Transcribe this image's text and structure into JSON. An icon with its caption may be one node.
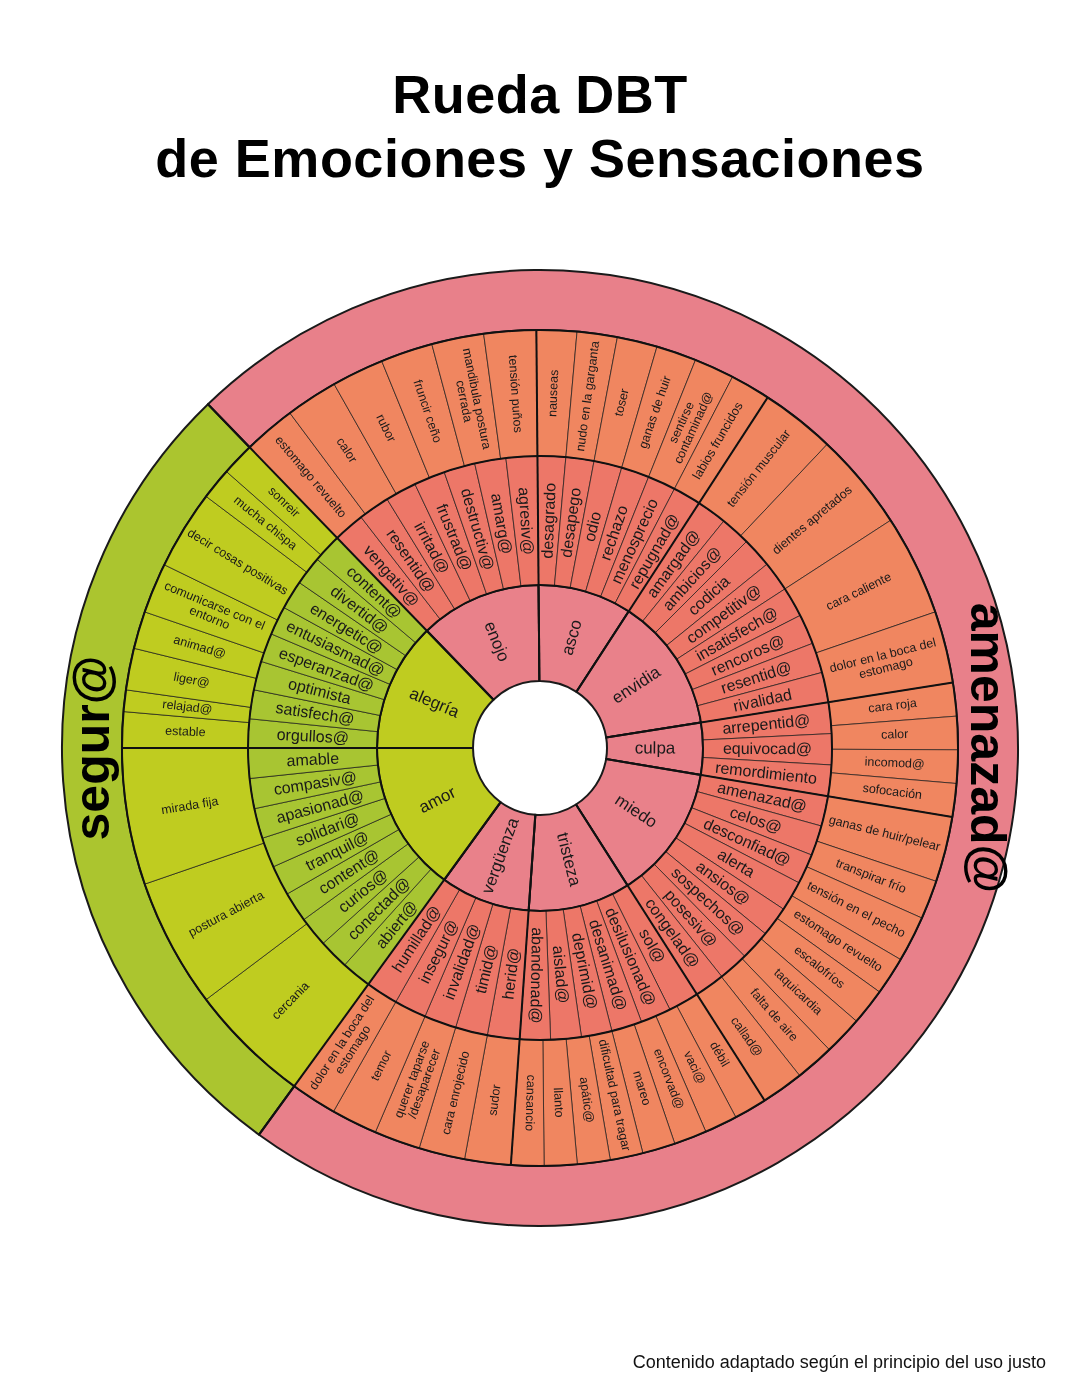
{
  "diagram": {
    "title": "Rueda DBT de Emociones y Sensaciones",
    "nodes": [
      {
        "text": [
          "segur@"
        ]
      },
      {
        "text": [
          "amenazad@"
        ]
      },
      {
        "text": [
          "enojo"
        ]
      },
      {
        "text": [
          "vengativ@"
        ]
      },
      {
        "text": [
          "resentid@"
        ]
      },
      {
        "text": [
          "irritad@"
        ]
      },
      {
        "text": [
          "frustrad@"
        ]
      },
      {
        "text": [
          "destructiv@"
        ]
      },
      {
        "text": [
          "amarg@"
        ]
      },
      {
        "text": [
          "agresiv@"
        ]
      },
      {
        "text": [
          "estomago revuelto"
        ]
      },
      {
        "text": [
          "calor"
        ]
      },
      {
        "text": [
          "rubor"
        ]
      },
      {
        "text": [
          "fruncir ceño"
        ]
      },
      {
        "text": [
          "mandibula postura cerrada"
        ]
      },
      {
        "text": [
          "tensión puños"
        ]
      },
      {
        "text": [
          "asco"
        ]
      },
      {
        "text": [
          "desagrado"
        ]
      },
      {
        "text": [
          "desapego"
        ]
      },
      {
        "text": [
          "odio"
        ]
      },
      {
        "text": [
          "rechazo"
        ]
      },
      {
        "text": [
          "menosprecio"
        ]
      },
      {
        "text": [
          "repugnad@"
        ]
      },
      {
        "text": [
          "nauseas"
        ]
      },
      {
        "text": [
          "nudo en la garganta"
        ]
      },
      {
        "text": [
          "toser"
        ]
      },
      {
        "text": [
          "ganas de huir"
        ]
      },
      {
        "text": [
          "sentirse contaminad@"
        ]
      },
      {
        "text": [
          "labios fruncidos"
        ]
      },
      {
        "text": [
          "envidia"
        ]
      },
      {
        "text": [
          "amargad@"
        ]
      },
      {
        "text": [
          "ambicios@"
        ]
      },
      {
        "text": [
          "codicia"
        ]
      },
      {
        "text": [
          "competitiv@"
        ]
      },
      {
        "text": [
          "insatisfech@"
        ]
      },
      {
        "text": [
          "rencoros@"
        ]
      },
      {
        "text": [
          "resentid@"
        ]
      },
      {
        "text": [
          "rivalidad"
        ]
      },
      {
        "text": [
          "tensión muscular"
        ]
      },
      {
        "text": [
          "dientes apretados"
        ]
      },
      {
        "text": [
          "cara caliente"
        ]
      },
      {
        "text": [
          "dolor en la boca del estomago"
        ]
      },
      {
        "text": [
          "culpa"
        ]
      },
      {
        "text": [
          "arrepentid@"
        ]
      },
      {
        "text": [
          "equivocad@"
        ]
      },
      {
        "text": [
          "remordimiento"
        ]
      },
      {
        "text": [
          "cara roja"
        ]
      },
      {
        "text": [
          "calor"
        ]
      },
      {
        "text": [
          "incomod@"
        ]
      },
      {
        "text": [
          "sofocación"
        ]
      },
      {
        "text": [
          "miedo"
        ]
      },
      {
        "text": [
          "amenazad@"
        ]
      },
      {
        "text": [
          "celos@"
        ]
      },
      {
        "text": [
          "desconfiad@"
        ]
      },
      {
        "text": [
          "alerta"
        ]
      },
      {
        "text": [
          "ansios@"
        ]
      },
      {
        "text": [
          "sospechos@"
        ]
      },
      {
        "text": [
          "posesiv@"
        ]
      },
      {
        "text": [
          "congelad@"
        ]
      },
      {
        "text": [
          "ganas de huir/pelear"
        ]
      },
      {
        "text": [
          "transpirar frío"
        ]
      },
      {
        "text": [
          "tensión en el pecho"
        ]
      },
      {
        "text": [
          "estomago revuelto"
        ]
      },
      {
        "text": [
          "escalofríos"
        ]
      },
      {
        "text": [
          "taquicardia"
        ]
      },
      {
        "text": [
          "falta de aire"
        ]
      },
      {
        "text": [
          "callad@"
        ]
      },
      {
        "text": [
          "tristeza"
        ]
      },
      {
        "text": [
          "sol@"
        ]
      },
      {
        "text": [
          "desilusionad@"
        ]
      },
      {
        "text": [
          "desanimad@"
        ]
      },
      {
        "text": [
          "deprimid@"
        ]
      },
      {
        "text": [
          "aislad@"
        ]
      },
      {
        "text": [
          "abandonad@"
        ]
      },
      {
        "text": [
          "débil"
        ]
      },
      {
        "text": [
          "vaci@"
        ]
      },
      {
        "text": [
          "encorvad@"
        ]
      },
      {
        "text": [
          "mareo"
        ]
      },
      {
        "text": [
          "dificultad para tragar"
        ]
      },
      {
        "text": [
          "apátic@"
        ]
      },
      {
        "text": [
          "llanto"
        ]
      },
      {
        "text": [
          "cansancio"
        ]
      },
      {
        "text": [
          "vergüenza"
        ]
      },
      {
        "text": [
          "herid@"
        ]
      },
      {
        "text": [
          "timid@"
        ]
      },
      {
        "text": [
          "invalidad@"
        ]
      },
      {
        "text": [
          "insegur@"
        ]
      },
      {
        "text": [
          "humillad@"
        ]
      },
      {
        "text": [
          "sudor"
        ]
      },
      {
        "text": [
          "cara enrojecido"
        ]
      },
      {
        "text": [
          "querer taparse /desaparecer"
        ]
      },
      {
        "text": [
          "temor"
        ]
      },
      {
        "text": [
          "dolor en la boca del estomago"
        ]
      },
      {
        "text": [
          "amor"
        ]
      },
      {
        "text": [
          "abiert@"
        ]
      },
      {
        "text": [
          "conectad@"
        ]
      },
      {
        "text": [
          "curios@"
        ]
      },
      {
        "text": [
          "content@"
        ]
      },
      {
        "text": [
          "tranquil@"
        ]
      },
      {
        "text": [
          "solidari@"
        ]
      },
      {
        "text": [
          "apasionad@"
        ]
      },
      {
        "text": [
          "compasiv@"
        ]
      },
      {
        "text": [
          "amable"
        ]
      },
      {
        "text": [
          "cercania"
        ]
      },
      {
        "text": [
          "postura abierta"
        ]
      },
      {
        "text": [
          "mirada fija"
        ]
      },
      {
        "text": [
          "alegría"
        ]
      },
      {
        "text": [
          "orgullos@"
        ]
      },
      {
        "text": [
          "satisfech@"
        ]
      },
      {
        "text": [
          "optimista"
        ]
      },
      {
        "text": [
          "esperanzad@"
        ]
      },
      {
        "text": [
          "entusiasmad@"
        ]
      },
      {
        "text": [
          "energetic@"
        ]
      },
      {
        "text": [
          "divertid@"
        ]
      },
      {
        "text": [
          "content@"
        ]
      },
      {
        "text": [
          "estable"
        ]
      },
      {
        "text": [
          "relajad@"
        ]
      },
      {
        "text": [
          "liger@"
        ]
      },
      {
        "text": [
          "animad@"
        ]
      },
      {
        "text": [
          "comunicarse con el entorno"
        ]
      },
      {
        "text": [
          "decir cosas positivas"
        ]
      },
      {
        "text": [
          "mucha chispa"
        ]
      },
      {
        "text": [
          "sonreir"
        ]
      }
    ],
    "labels": [
      "Contenido adaptado según el principio del uso justo"
    ]
  }
}
